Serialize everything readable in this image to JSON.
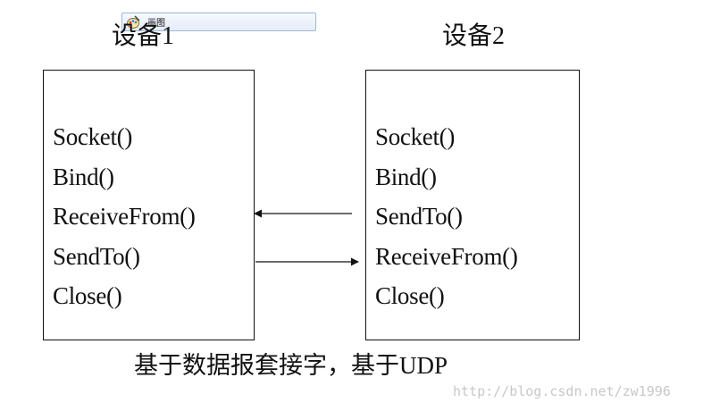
{
  "toolbar": {
    "label": "画图",
    "icon": "paint-palette-icon"
  },
  "devices": [
    {
      "title": "设备1",
      "calls": [
        "Socket()",
        "Bind()",
        "ReceiveFrom()",
        "SendTo()",
        "Close()"
      ]
    },
    {
      "title": "设备2",
      "calls": [
        "Socket()",
        "Bind()",
        "SendTo()",
        "ReceiveFrom()",
        "Close()"
      ]
    }
  ],
  "caption": "基于数据报套接字，基于UDP",
  "watermark": "http://blog.csdn.net/zw1996",
  "colors": {
    "line": "#111111",
    "watermark": "#c8c8c8",
    "toolbar_border": "#9fb8d8"
  }
}
